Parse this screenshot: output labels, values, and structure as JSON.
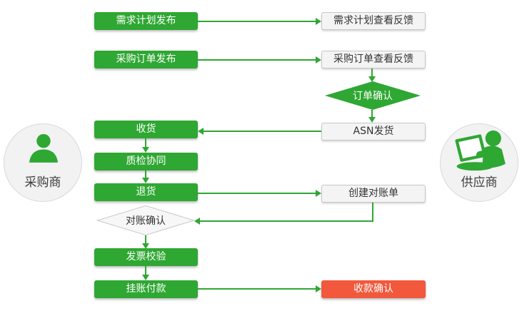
{
  "colors": {
    "green": "#2FA733",
    "red": "#F2583C",
    "gray_node_bg": "#f4f4f4",
    "gray_node_border": "#c6c6c6",
    "actor_bg": "#f2f2f2",
    "text_dark": "#333333",
    "text_white": "#ffffff"
  },
  "actors": {
    "buyer": {
      "label": "采购商",
      "icon": "person-icon"
    },
    "supplier": {
      "label": "供应商",
      "icon": "person-laptop-icon"
    }
  },
  "nodes": {
    "demand_plan_publish": {
      "label": "需求计划发布",
      "type": "process-green"
    },
    "demand_plan_feedback": {
      "label": "需求计划查看反馈",
      "type": "process-gray"
    },
    "po_publish": {
      "label": "采购订单发布",
      "type": "process-green"
    },
    "po_feedback": {
      "label": "采购订单查看反馈",
      "type": "process-gray"
    },
    "order_confirm": {
      "label": "订单确认",
      "type": "decision-green"
    },
    "asn_ship": {
      "label": "ASN发货",
      "type": "process-gray"
    },
    "receive_goods": {
      "label": "收货",
      "type": "process-green"
    },
    "quality_check": {
      "label": "质检协同",
      "type": "process-green"
    },
    "return_goods": {
      "label": "退货",
      "type": "process-green"
    },
    "create_statement": {
      "label": "创建对账单",
      "type": "process-gray"
    },
    "statement_confirm": {
      "label": "对账确认",
      "type": "decision-gray"
    },
    "invoice_verify": {
      "label": "发票校验",
      "type": "process-green"
    },
    "payment_posting": {
      "label": "挂账付款",
      "type": "process-green"
    },
    "payment_confirm": {
      "label": "收款确认",
      "type": "process-red"
    }
  }
}
